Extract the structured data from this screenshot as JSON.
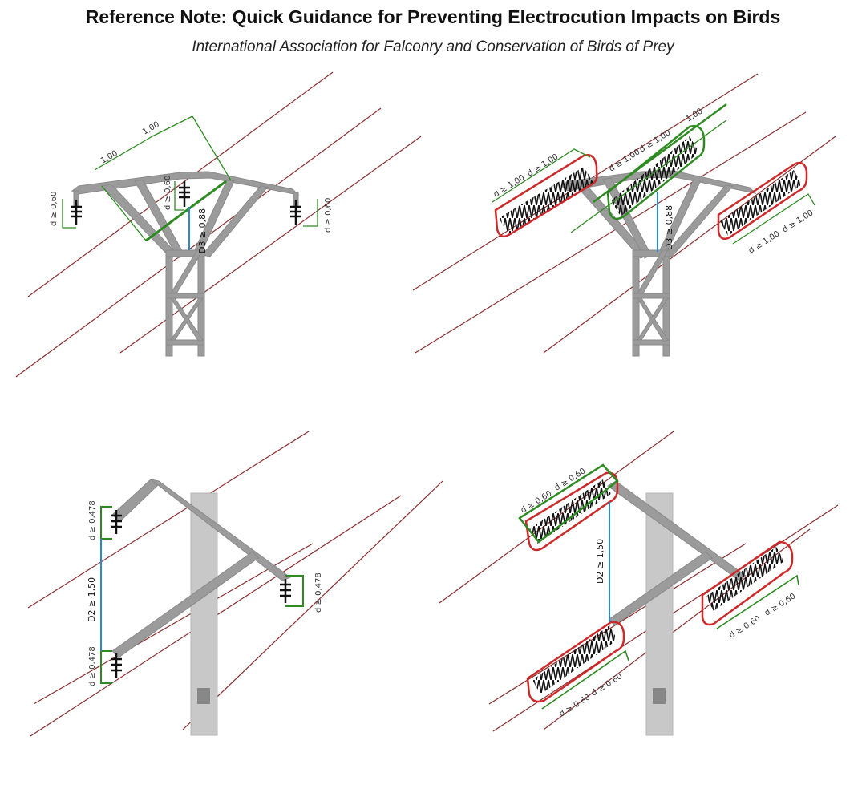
{
  "title": "Reference Note: Quick Guidance for Preventing Electrocution Impacts on Birds",
  "subtitle": "International Association for Falconry and Conservation of Birds of Prey",
  "colors": {
    "structure": "#9b9b9b",
    "wire": "#8a3030",
    "green": "#2e8b22",
    "red": "#cc2a2a",
    "blue": "#2a8ad0",
    "insulator": "#111111"
  },
  "panel1": {
    "top_a": "1,00",
    "top_b": "1,00",
    "left": "d ≥ 0,60",
    "center": "d ≥ 0,60",
    "right": "d ≥ 0,60",
    "vertical": "D3 ≥ 0,88"
  },
  "panel2": {
    "l1": "d ≥ 1,00",
    "l2": "d ≥ 1,00",
    "c1": "d ≥ 1,00",
    "c2": "d ≥ 1,00",
    "c3": "1,00",
    "r1": "d ≥ 1,00",
    "r2": "d ≥ 1,00",
    "vertical": "D3 ≥ 0,88"
  },
  "panel3": {
    "top": "d ≥ 0,478",
    "bottom": "d ≥ 0,478",
    "right": "d ≥ 0,478",
    "vertical": "D2 ≥ 1,50"
  },
  "panel4": {
    "t1": "d ≥ 0,60",
    "t2": "d ≥ 0,60",
    "r1": "d ≥ 0,60",
    "r2": "d ≥ 0,60",
    "b1": "d ≥ 0,60",
    "b2": "d ≥ 0,60",
    "vertical": "D2 ≥ 1,50"
  }
}
